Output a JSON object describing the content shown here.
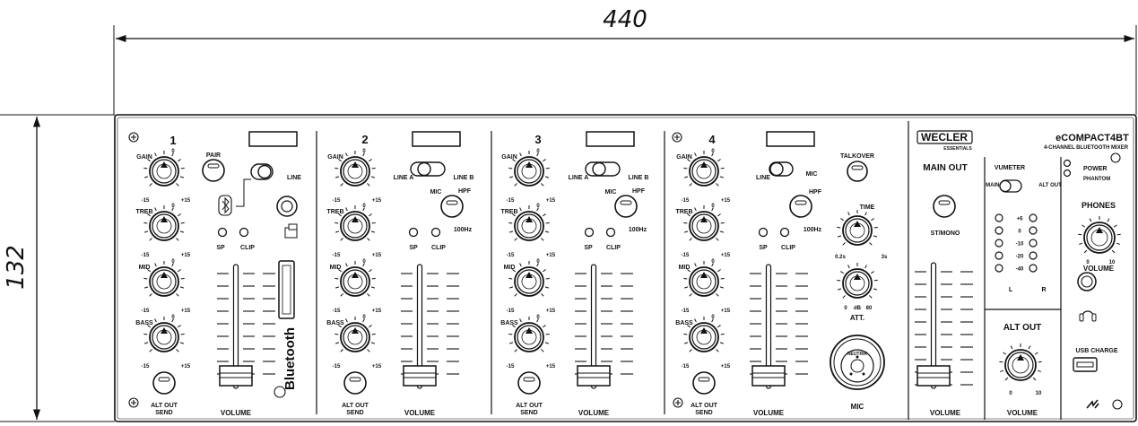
{
  "dimensions": {
    "width": "440",
    "height": "132"
  },
  "brand": {
    "logo": "WECLER",
    "logo_sub": "ESSENTIALS",
    "model": "eCOMPACT4BT",
    "subtitle": "4-CHANNEL BLUETOOTH MIXER"
  },
  "channels": [
    {
      "number": "1",
      "mode_left": "PAIR",
      "mode_right": "LINE",
      "sp": "SP",
      "clip": "CLIP",
      "bluetooth": "Bluetooth"
    },
    {
      "number": "2",
      "mode_left": "LINE A",
      "mode_right": "LINE B",
      "mic": "MIC",
      "hpf": "HPF",
      "freq": "100Hz",
      "sp": "SP",
      "clip": "CLIP"
    },
    {
      "number": "3",
      "mode_left": "LINE A",
      "mode_right": "LINE B",
      "mic": "MIC",
      "hpf": "HPF",
      "freq": "100Hz",
      "sp": "SP",
      "clip": "CLIP"
    },
    {
      "number": "4",
      "mode_left": "LINE",
      "mode_right": "MIC",
      "hpf": "HPF",
      "freq": "100Hz",
      "sp": "SP",
      "clip": "CLIP"
    }
  ],
  "eq": {
    "gain": "GAIN",
    "treb": "TREB",
    "mid": "MID",
    "bass": "BASS",
    "zero": "0",
    "min": "-15",
    "max": "+15"
  },
  "send": {
    "line1": "ALT OUT",
    "line2": "SEND"
  },
  "volume": "VOLUME",
  "talkover": {
    "title": "TALKOVER",
    "time": "TIME",
    "time_min": "0.2s",
    "time_max": "3s",
    "att": "ATT.",
    "att_min": "0",
    "att_unit": "dB",
    "att_max": "80",
    "mic": "MIC",
    "neutrik": "NEUTRIK"
  },
  "main_out": {
    "title": "MAIN OUT",
    "st_mono": "ST/MONO"
  },
  "vumeter": {
    "title": "VUMETER",
    "main": "MAIN OUT",
    "alt": "ALT OUT",
    "levels": [
      "+6",
      "0",
      "-10",
      "-20",
      "-40"
    ],
    "l": "L",
    "r": "R"
  },
  "alt_out": {
    "title": "ALT OUT",
    "min": "0",
    "max": "10"
  },
  "status": {
    "power": "POWER",
    "phantom": "PHANTOM"
  },
  "phones": {
    "title": "PHONES",
    "volume": "VOLUME",
    "min": "0",
    "max": "10"
  },
  "usb": "USB CHARGE"
}
